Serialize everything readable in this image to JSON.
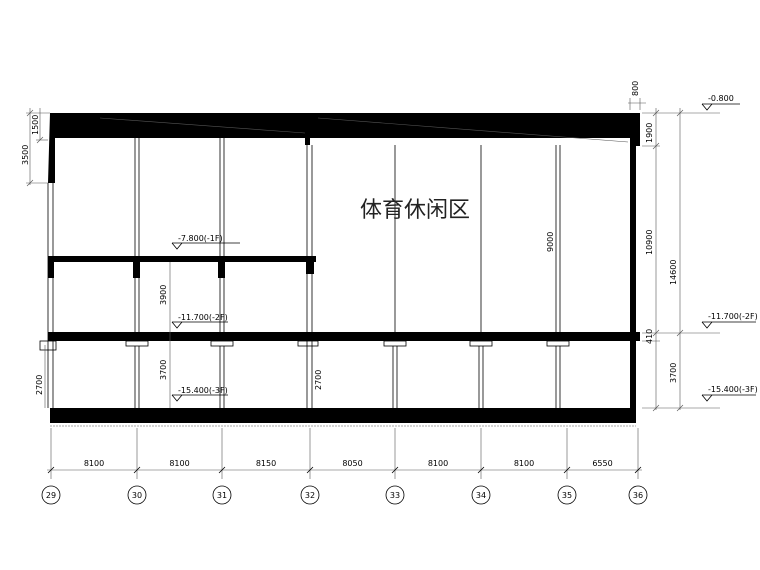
{
  "title": "体育休闲区",
  "axes": [
    "29",
    "30",
    "31",
    "32",
    "33",
    "34",
    "35",
    "36"
  ],
  "spans": [
    "8100",
    "8100",
    "8150",
    "8050",
    "8100",
    "8100",
    "6550"
  ],
  "levels": {
    "top": "-0.800",
    "mid_right": "-11.700(-2F)",
    "bottom_right": "-15.400(-3F)",
    "l1": "-7.800(-1F)",
    "l2": "-11.700(-2F)",
    "l3": "-15.400(-3F)"
  },
  "dims": {
    "left_3500": "3500",
    "left_1500": "1500",
    "left_2700": "2700",
    "mid_3900": "3900",
    "mid_3700": "3700",
    "mid_2700": "2700",
    "h_9000": "9000",
    "top_800": "800",
    "r_1900": "1900",
    "r_10900": "10900",
    "r_14600": "14600",
    "r_3700": "3700",
    "r_410": "410"
  }
}
